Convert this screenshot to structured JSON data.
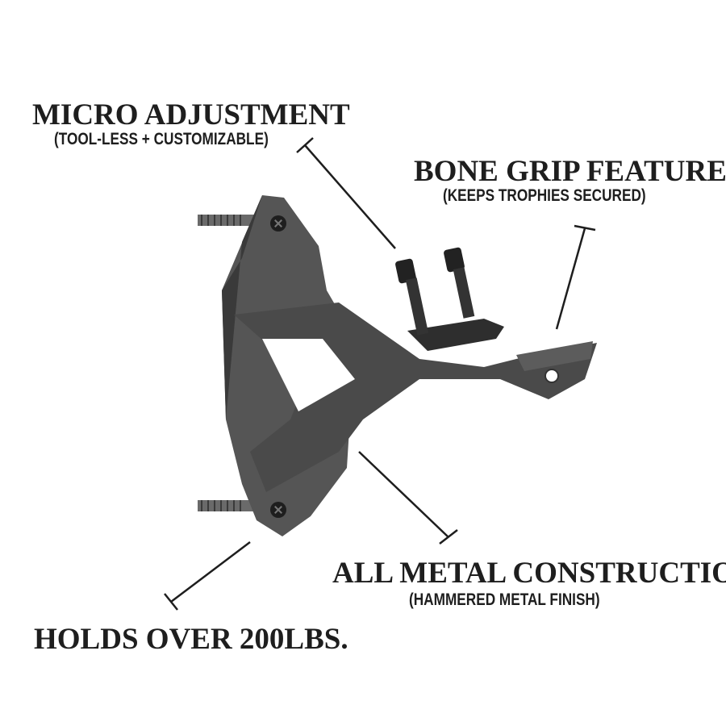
{
  "callouts": {
    "micro_adjustment": {
      "title": "MICRO ADJUSTMENT",
      "subtitle": "(TOOL-LESS + CUSTOMIZABLE)"
    },
    "bone_grip": {
      "title": "BONE GRIP FEATURE",
      "subtitle": "(KEEPS TROPHIES SECURED)"
    },
    "all_metal": {
      "title": "ALL METAL CONSTRUCTION",
      "subtitle": "(HAMMERED METAL FINISH)"
    },
    "holds": {
      "title": "HOLDS OVER 200LBS."
    }
  },
  "colors": {
    "text": "#1e1e1e",
    "metal": "#4a4a4a",
    "metal_dark": "#2e2e2e",
    "background": "#ffffff"
  }
}
